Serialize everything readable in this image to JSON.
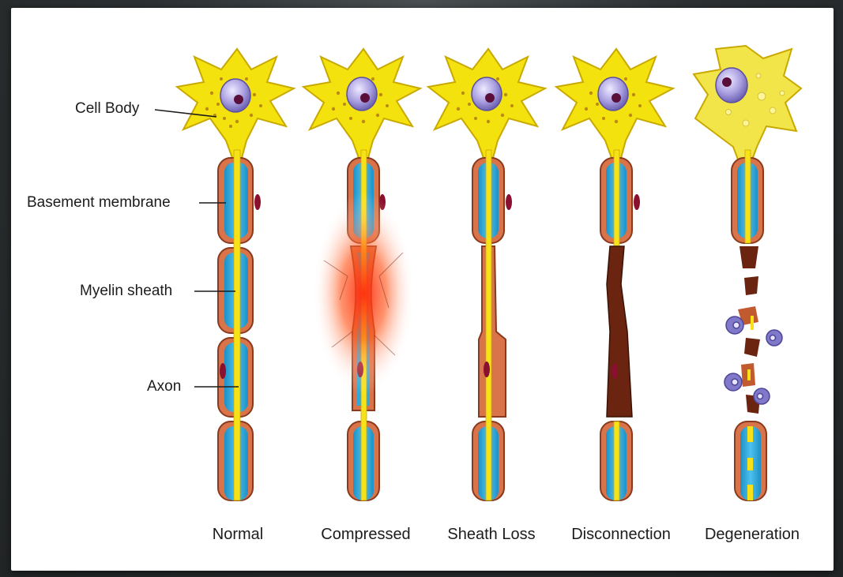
{
  "labels": {
    "cell_body": "Cell Body",
    "basement_membrane": "Basement membrane",
    "myelin_sheath": "Myelin sheath",
    "axon": "Axon"
  },
  "stages": [
    {
      "name": "Normal"
    },
    {
      "name": "Compressed"
    },
    {
      "name": "Sheath Loss"
    },
    {
      "name": "Disconnection"
    },
    {
      "name": "Degeneration"
    }
  ],
  "colors": {
    "cell_body": "#f4e20f",
    "cell_outline": "#c9a900",
    "axon": "#f7e21a",
    "myelin": "#2ea9dc",
    "membrane": "#d8734a",
    "membrane_dark": "#8a3a1e",
    "nucleus": "#8f84c7",
    "nucleolus": "#5a0f3a",
    "compression": "#ff3b1a",
    "macrophage": "#7f79c6"
  }
}
